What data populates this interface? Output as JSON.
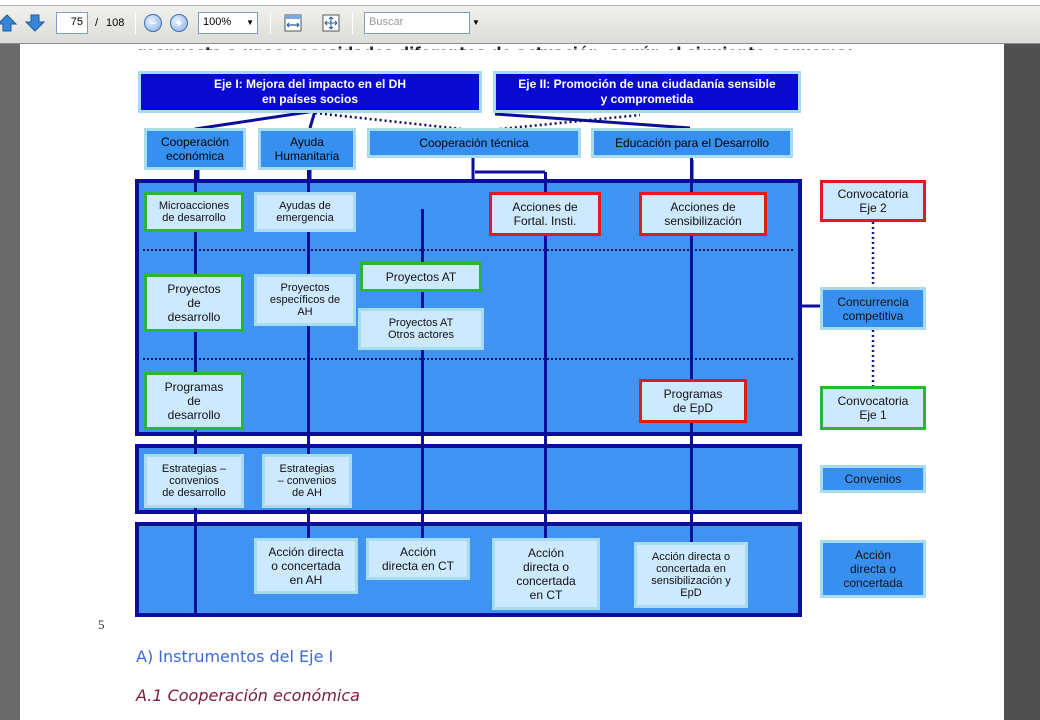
{
  "toolbar": {
    "page_current": "75",
    "page_separator": "/",
    "page_total": "108",
    "zoom": "100%",
    "search_placeholder": "Buscar",
    "zoom_out_symbol": "−",
    "zoom_in_symbol": "+",
    "icons": [
      "arrow-up-icon",
      "arrow-down-icon",
      "zoom-out-icon",
      "zoom-in-icon",
      "fit-width-icon",
      "fit-page-icon"
    ]
  },
  "document": {
    "cut_text": "respuesta a unas necesidades diferentes de actuación, según el siguiente esquema:",
    "page_number": "5",
    "section_a": "A) Instrumentos del Eje I",
    "section_a1": "A.1 Cooperación económica"
  },
  "diagram": {
    "eje1": "Eje I: Mejora del impacto en el DH\nen países socios",
    "eje2": "Eje II: Promoción de una ciudadanía sensible\ny comprometida",
    "cat_coop_eco": "Cooperación\neconómica",
    "cat_ayuda": "Ayuda\nHumanitaria",
    "cat_coop_tec": "Cooperación técnica",
    "cat_educacion": "Educación para el Desarrollo",
    "micro": "Microacciones\nde desarrollo",
    "ayudas_emerg": "Ayudas de\nemergencia",
    "acc_fortal": "Acciones de\nFortal. Insti.",
    "acc_sensib": "Acciones de\nsensibilización",
    "proyectos_des": "Proyectos\nde\ndesarrollo",
    "proyectos_ah": "Proyectos\nespecíficos de\nAH",
    "proyectos_at": "Proyectos AT",
    "proyectos_at_otros": "Proyectos AT\nOtros actores",
    "programas_des": "Programas\nde\ndesarrollo",
    "programas_epd": "Programas\nde EpD",
    "estrat_des": "Estrategias –\nconvenios\nde desarrollo",
    "estrat_ah": "Estrategias\n– convenios\nde AH",
    "accion_ah": "Acción directa\no concertada\nen AH",
    "accion_ct1": "Acción\ndirecta en CT",
    "accion_ct2": "Acción\ndirecta o\nconcertada\nen CT",
    "accion_sens": "Acción directa o\nconcertada en\nsensibilización y\nEpD",
    "conv_eje2": "Convocatoria\nEje 2",
    "concurrencia": "Concurrencia\ncompetitiva",
    "conv_eje1": "Convocatoria\nEje 1",
    "convenios": "Convenios",
    "accion_directa": "Acción\ndirecta o\nconcertada"
  },
  "colors": {
    "eje": "#0a0ad0",
    "panel": "#3f94f2",
    "panel_border": "#0d0d9c",
    "green": "#2bb636",
    "red": "#e01b1b",
    "section_a": "#3b6bd6",
    "section_a1": "#7a1c3c"
  }
}
